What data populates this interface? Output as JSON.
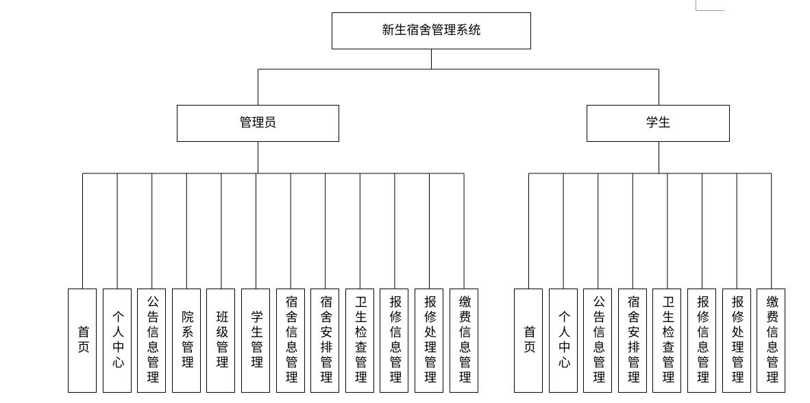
{
  "root": {
    "label": "新生宿舍管理系统"
  },
  "branches": [
    {
      "key": "admin",
      "label": "管理员",
      "items": [
        "首页",
        "个人中心",
        "公告信息管理",
        "院系管理",
        "班级管理",
        "学生管理",
        "宿舍信息管理",
        "宿舍安排管理",
        "卫生检查管理",
        "报修信息管理",
        "报修处理管理",
        "缴费信息管理"
      ]
    },
    {
      "key": "student",
      "label": "学生",
      "items": [
        "首页",
        "个人中心",
        "公告信息管理",
        "宿舍安排管理",
        "卫生检查管理",
        "报修信息管理",
        "报修处理管理",
        "缴费信息管理"
      ]
    }
  ]
}
